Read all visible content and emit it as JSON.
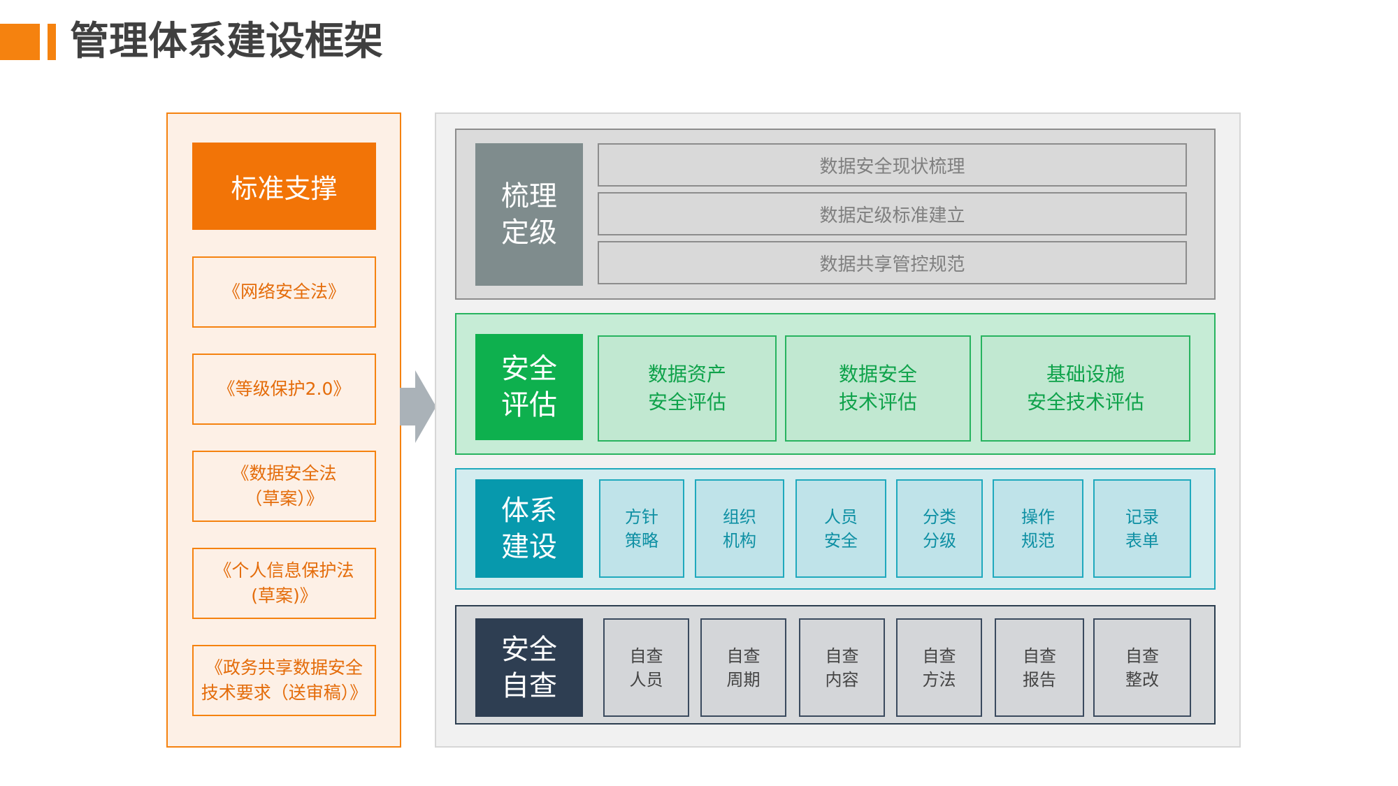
{
  "header": {
    "title": "管理体系建设框架"
  },
  "standards": {
    "heading": "标准支撑",
    "laws": [
      "《网络安全法》",
      "《等级保护2.0》",
      "《数据安全法\n（草案）》",
      "《个人信息保护法\n(草案)》",
      "《政务共享数据安全\n技术要求（送审稿）》"
    ]
  },
  "sections": [
    {
      "label": "梳理\n定级",
      "items": [
        "数据安全现状梳理",
        "数据定级标准建立",
        "数据共享管控规范"
      ]
    },
    {
      "label": "安全\n评估",
      "items": [
        "数据资产\n安全评估",
        "数据安全\n技术评估",
        "基础设施\n安全技术评估"
      ]
    },
    {
      "label": "体系\n建设",
      "items": [
        "方针\n策略",
        "组织\n机构",
        "人员\n安全",
        "分类\n分级",
        "操作\n规范",
        "记录\n表单"
      ]
    },
    {
      "label": "安全\n自查",
      "items": [
        "自查\n人员",
        "自查\n周期",
        "自查\n内容",
        "自查\n方法",
        "自查\n报告",
        "自查\n整改"
      ]
    }
  ],
  "colors": {
    "accent_orange": "#f27407",
    "gray": "#7f8c8d",
    "green": "#0eb04e",
    "teal": "#0799ad",
    "navy": "#2e3e52"
  }
}
